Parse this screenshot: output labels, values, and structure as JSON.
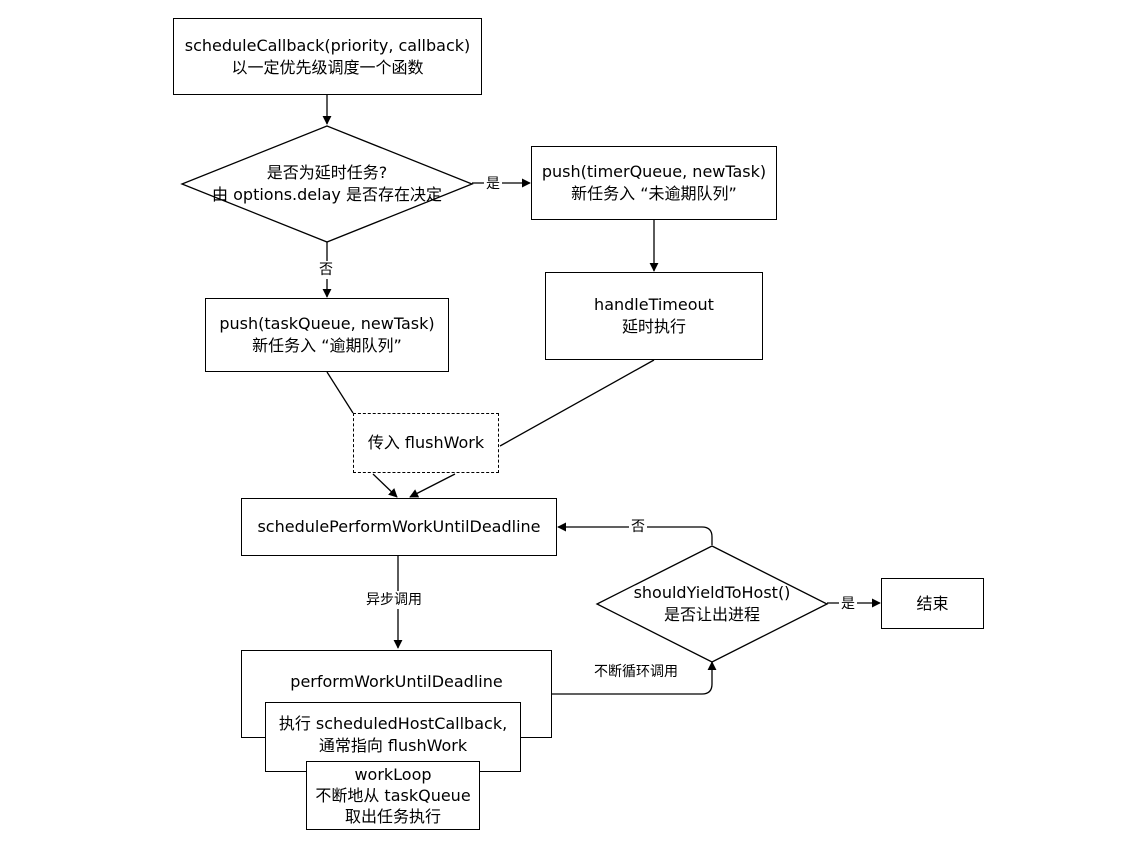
{
  "nodes": {
    "schedule_callback": [
      "scheduleCallback(priority, callback)",
      "以一定优先级调度一个函数"
    ],
    "is_delay_decision": [
      "是否为延时任务?",
      "由 options.delay 是否存在决定"
    ],
    "push_timer_queue": [
      "push(timerQueue, newTask)",
      "新任务入 “未逾期队列”"
    ],
    "handle_timeout": [
      "handleTimeout",
      "延时执行"
    ],
    "push_task_queue": [
      "push(taskQueue, newTask)",
      "新任务入 “逾期队列”"
    ],
    "pass_flush_work": [
      "传入 flushWork"
    ],
    "schedule_perform": [
      "schedulePerformWorkUntilDeadline"
    ],
    "perform_work": [
      "performWorkUntilDeadline"
    ],
    "exec_host_callback": [
      "执行 scheduledHostCallback,",
      "通常指向 flushWork"
    ],
    "work_loop": [
      "workLoop",
      "不断地从 taskQueue",
      "取出任务执行"
    ],
    "should_yield": [
      "shouldYieldToHost()",
      "是否让出进程"
    ],
    "end": [
      "结束"
    ]
  },
  "edge_labels": {
    "delay_yes": "是",
    "delay_no": "否",
    "async_call": "异步调用",
    "loop_call": "不断循环调用",
    "yield_no": "否",
    "yield_yes": "是"
  }
}
